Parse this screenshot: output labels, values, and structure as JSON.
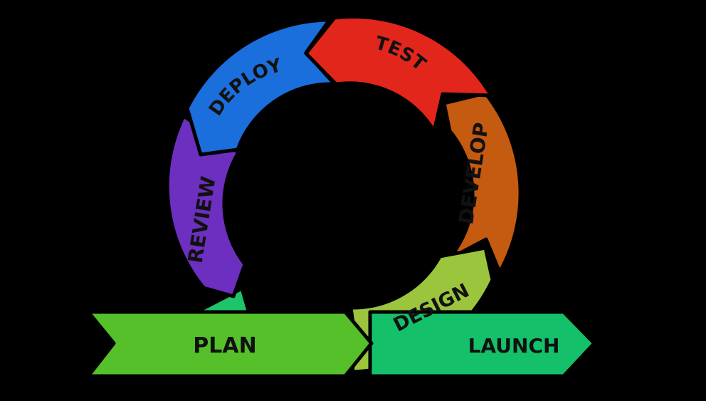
{
  "diagram": {
    "type": "cycle-with-arrows",
    "background_color": "#000000",
    "cycle_stages": [
      {
        "id": "develop",
        "label": "DEVELOP",
        "color": "#c55a11"
      },
      {
        "id": "design",
        "label": "DESIGN",
        "color": "#9bc53d"
      },
      {
        "id": "review",
        "label": "REVIEW",
        "color": "#6c2fbf"
      },
      {
        "id": "deploy",
        "label": "DEPLOY",
        "color": "#1a6fdc"
      },
      {
        "id": "test",
        "label": "TEST",
        "color": "#e3261b"
      }
    ],
    "plan": {
      "label": "PLAN",
      "color": "#55c02a"
    },
    "launch": {
      "label": "LAUNCH",
      "color": "#14c06a"
    },
    "bridge_color": "#1ec46a",
    "outline_color": "#000000"
  }
}
